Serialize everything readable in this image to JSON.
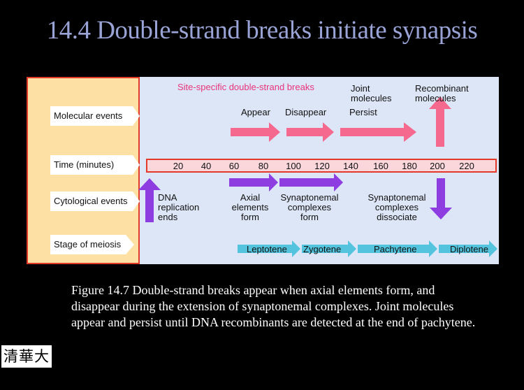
{
  "title": "14.4 Double-strand breaks initiate synapsis",
  "diagram": {
    "header_ssdsb": "Site-specific double-strand breaks",
    "header_joint": "Joint\nmolecules",
    "header_recombinant": "Recombinant\nmolecules",
    "row_labels": {
      "molecular": "Molecular events",
      "time": "Time (minutes)",
      "cytological": "Cytological events",
      "stage": "Stage of meiosis"
    },
    "events": {
      "appear": "Appear",
      "disappear": "Disappear",
      "persist": "Persist"
    },
    "time_ticks": [
      "20",
      "40",
      "60",
      "80",
      "100",
      "120",
      "140",
      "160",
      "180",
      "200",
      "220"
    ],
    "cyto": {
      "dna_rep": "DNA\nreplication\nends",
      "axial": "Axial\nelements\nform",
      "syn_form": "Synaptonemal\ncomplexes\nform",
      "syn_dissoc": "Synaptonemal\ncomplexes\ndissociate"
    },
    "stages": [
      "Leptotene",
      "Zygotene",
      "Pachytene",
      "Diplotene"
    ],
    "colors": {
      "pink": "#f5698f",
      "purple": "#8e3ee0",
      "cyan": "#54c4de",
      "label_pink": "#e8337a",
      "left_bg": "#fde1a4",
      "panel_bg": "#dde6f6"
    }
  },
  "caption": "Figure 14.7 Double-strand breaks appear when axial elements form, and disappear during the extension of synaptonemal complexes. Joint molecules appear and persist until DNA recombinants are detected at the end of pachytene.",
  "logo_text": "清華大學"
}
